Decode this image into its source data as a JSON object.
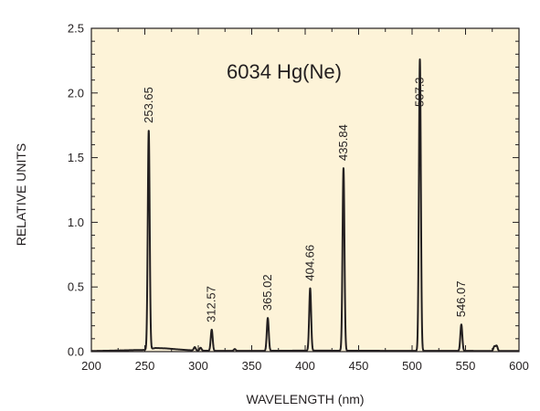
{
  "chart_data": {
    "type": "line",
    "title": "6034 Hg(Ne)",
    "xlabel": "WAVELENGTH (nm)",
    "ylabel": "RELATIVE UNITS",
    "xlim": [
      200,
      600
    ],
    "ylim": [
      0,
      2.5
    ],
    "x_major_ticks": [
      200,
      250,
      300,
      350,
      400,
      450,
      500,
      550,
      600
    ],
    "x_tick_labels": [
      "200",
      "250",
      "300",
      "350",
      "400",
      "450",
      "500",
      "550",
      "600"
    ],
    "y_major_ticks": [
      0,
      0.5,
      1.0,
      1.5,
      2.0,
      2.5
    ],
    "y_tick_labels": [
      "0.0",
      "0.5",
      "1.0",
      "1.5",
      "2.0",
      "2.5"
    ],
    "grid": false,
    "legend": "none",
    "colors": {
      "plot_background": "#fdf3d8",
      "line": "#231f20",
      "axes": "#231f20"
    },
    "peaks": [
      {
        "x": 253.65,
        "y": 1.71,
        "label": "253.65"
      },
      {
        "x": 296.7,
        "y": 0.035,
        "label": ""
      },
      {
        "x": 302.15,
        "y": 0.03,
        "label": ""
      },
      {
        "x": 312.57,
        "y": 0.17,
        "label": "312.57"
      },
      {
        "x": 334.15,
        "y": 0.02,
        "label": ""
      },
      {
        "x": 365.02,
        "y": 0.26,
        "label": "365.02"
      },
      {
        "x": 404.66,
        "y": 0.49,
        "label": "404.66"
      },
      {
        "x": 435.84,
        "y": 1.42,
        "label": "435.84"
      },
      {
        "x": 507.3,
        "y": 2.26,
        "label": "507.3"
      },
      {
        "x": 546.07,
        "y": 0.21,
        "label": "546.07"
      },
      {
        "x": 577.0,
        "y": 0.04,
        "label": ""
      },
      {
        "x": 579.1,
        "y": 0.045,
        "label": ""
      }
    ],
    "series": [
      {
        "x": [
          200,
          220,
          240,
          250,
          255,
          260,
          270,
          280,
          290,
          300,
          320,
          350,
          400,
          450,
          500,
          550,
          580,
          600
        ],
        "y": [
          0.005,
          0.008,
          0.012,
          0.013,
          0.02,
          0.028,
          0.025,
          0.018,
          0.012,
          0.008,
          0.006,
          0.006,
          0.008,
          0.007,
          0.006,
          0.006,
          0.005,
          0.005
        ]
      }
    ]
  }
}
